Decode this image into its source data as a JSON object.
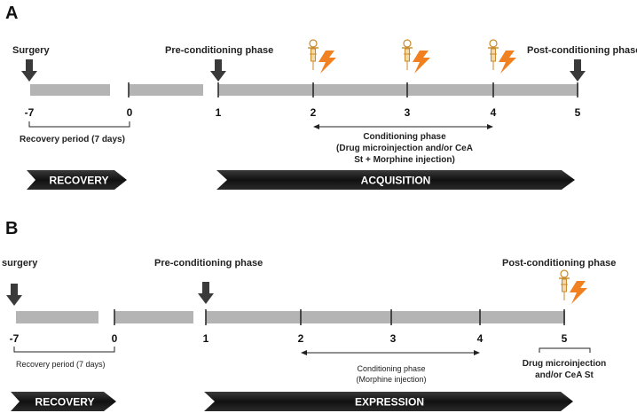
{
  "panel_a": {
    "letter": "A",
    "surgery_label": "Surgery",
    "pre_label": "Pre-conditioning phase",
    "post_label": "Post-conditioning phase",
    "ticks": [
      "-7",
      "0",
      "1",
      "2",
      "3",
      "4",
      "5"
    ],
    "recovery_note": "Recovery period (7 days)",
    "conditioning_lines": [
      "Conditioning phase",
      "(Drug microinjection and/or CeA",
      "St + Morphine injection)"
    ],
    "banner_left": "RECOVERY",
    "banner_right": "ACQUISITION"
  },
  "panel_b": {
    "letter": "B",
    "surgery_label": "surgery",
    "pre_label": "Pre-conditioning phase",
    "post_label": "Post-conditioning phase",
    "ticks": [
      "-7",
      "0",
      "1",
      "2",
      "3",
      "4",
      "5"
    ],
    "recovery_note": "Recovery period (7 days)",
    "conditioning_lines": [
      "Conditioning phase",
      "(Morphine injection)"
    ],
    "drug_lines": [
      "Drug microinjection",
      "and/or CeA St"
    ],
    "banner_left": "RECOVERY",
    "banner_right": "EXPRESSION"
  },
  "colors": {
    "bar": "#b4b4b4",
    "banner": "#1e1e1e",
    "arrow": "#3a3a3a",
    "bolt": "#f08020",
    "syringe": "#c88a2a"
  }
}
